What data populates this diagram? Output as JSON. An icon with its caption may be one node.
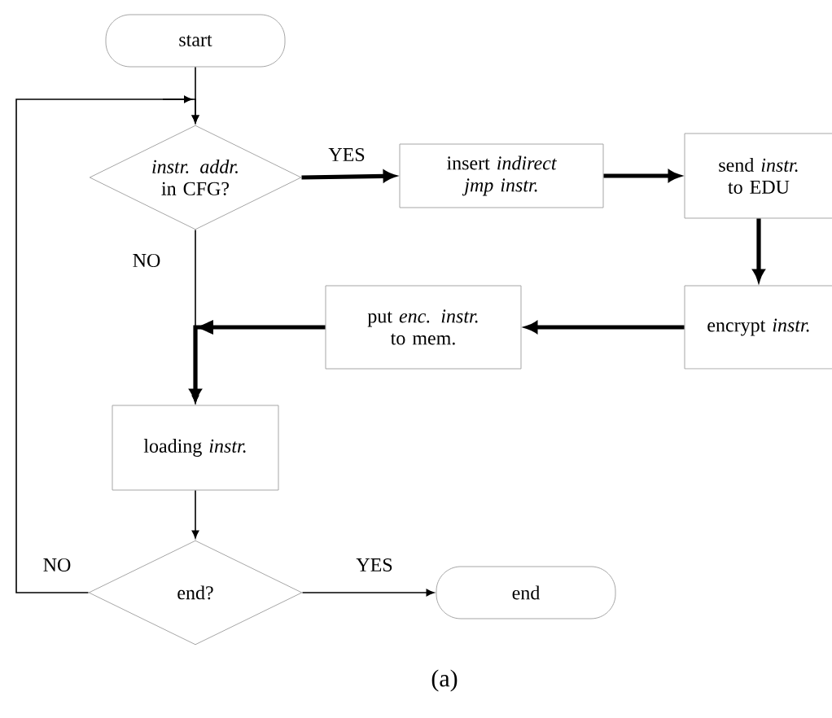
{
  "diagram": {
    "caption": "(a)",
    "nodes": [
      {
        "text": [
          "start"
        ]
      },
      {
        "text": [
          "*instr. addr.* in CFG?"
        ]
      },
      {
        "text": [
          "insert *indirect jmp instr.*"
        ]
      },
      {
        "text": [
          "send *instr.* to EDU"
        ]
      },
      {
        "text": [
          "encrypt *instr.*"
        ]
      },
      {
        "text": [
          "put *enc. instr.* to mem."
        ]
      },
      {
        "text": [
          "loading *instr.*"
        ]
      },
      {
        "text": [
          "end?"
        ]
      },
      {
        "text": [
          "end"
        ]
      }
    ],
    "edges": [
      {
        "from": 0,
        "to": 1,
        "arrow": "to"
      },
      {
        "from": 1,
        "to": 2,
        "arrow": "to",
        "label": "YES",
        "style": "thick"
      },
      {
        "from": 2,
        "to": 3,
        "arrow": "to",
        "style": "thick"
      },
      {
        "from": 3,
        "to": 4,
        "arrow": "to",
        "style": "thick"
      },
      {
        "from": 4,
        "to": 5,
        "arrow": "to",
        "style": "thick"
      },
      {
        "from": 5,
        "to": 6,
        "arrow": "to",
        "style": "thick"
      },
      {
        "from": 1,
        "to": 6,
        "arrow": "to",
        "label": "NO"
      },
      {
        "from": 6,
        "to": 7,
        "arrow": "to"
      },
      {
        "from": 7,
        "to": 8,
        "arrow": "to",
        "label": "YES"
      },
      {
        "from": 7,
        "to": 1,
        "arrow": "to",
        "label": "NO"
      }
    ]
  }
}
